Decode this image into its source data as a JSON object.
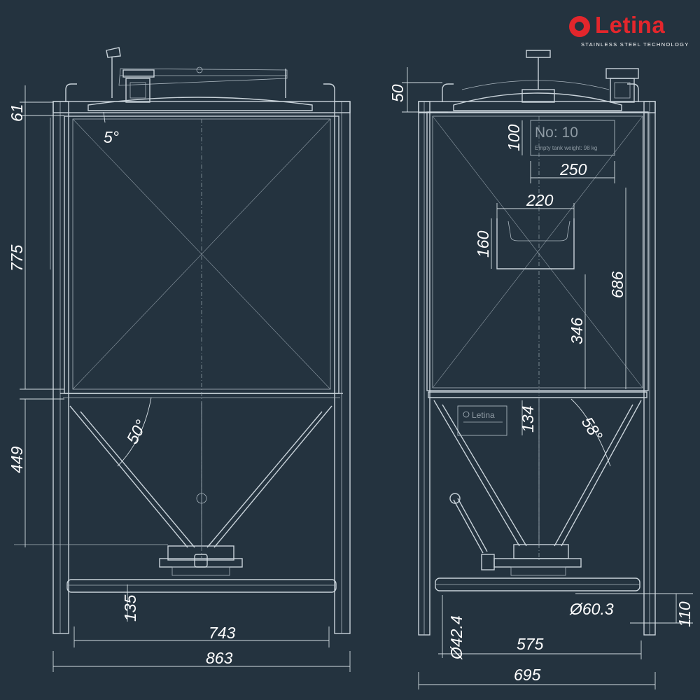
{
  "brand": {
    "name": "Letina",
    "tagline": "STAINLESS STEEL TECHNOLOGY",
    "color": "#e3262c"
  },
  "tank_plate": {
    "number": "No: 10",
    "weight": "Empty tank weight: 98 kg"
  },
  "small_plate": {
    "brand": "Letina"
  },
  "left_view": {
    "dimensions": {
      "top_lid_height": "61",
      "lid_angle": "5°",
      "cylinder_height": "775",
      "cone_height": "449",
      "cone_angle": "50°",
      "outlet_height": "135",
      "inner_width": "743",
      "outer_width": "863"
    }
  },
  "right_view": {
    "dimensions": {
      "top_height": "50",
      "plate_height": "100",
      "plate_width": "250",
      "window_width": "220",
      "window_height": "160",
      "upper_height": "686",
      "lower_height": "346",
      "cone_offset": "134",
      "cone_angle": "58°",
      "valve_diameter": "Ø60.3",
      "valve_height": "110",
      "leg_diameter": "Ø42.4",
      "inner_width": "575",
      "outer_width": "695"
    }
  },
  "colors": {
    "background": "#24333f",
    "lines": "#c9d3da",
    "text": "#ffffff"
  }
}
